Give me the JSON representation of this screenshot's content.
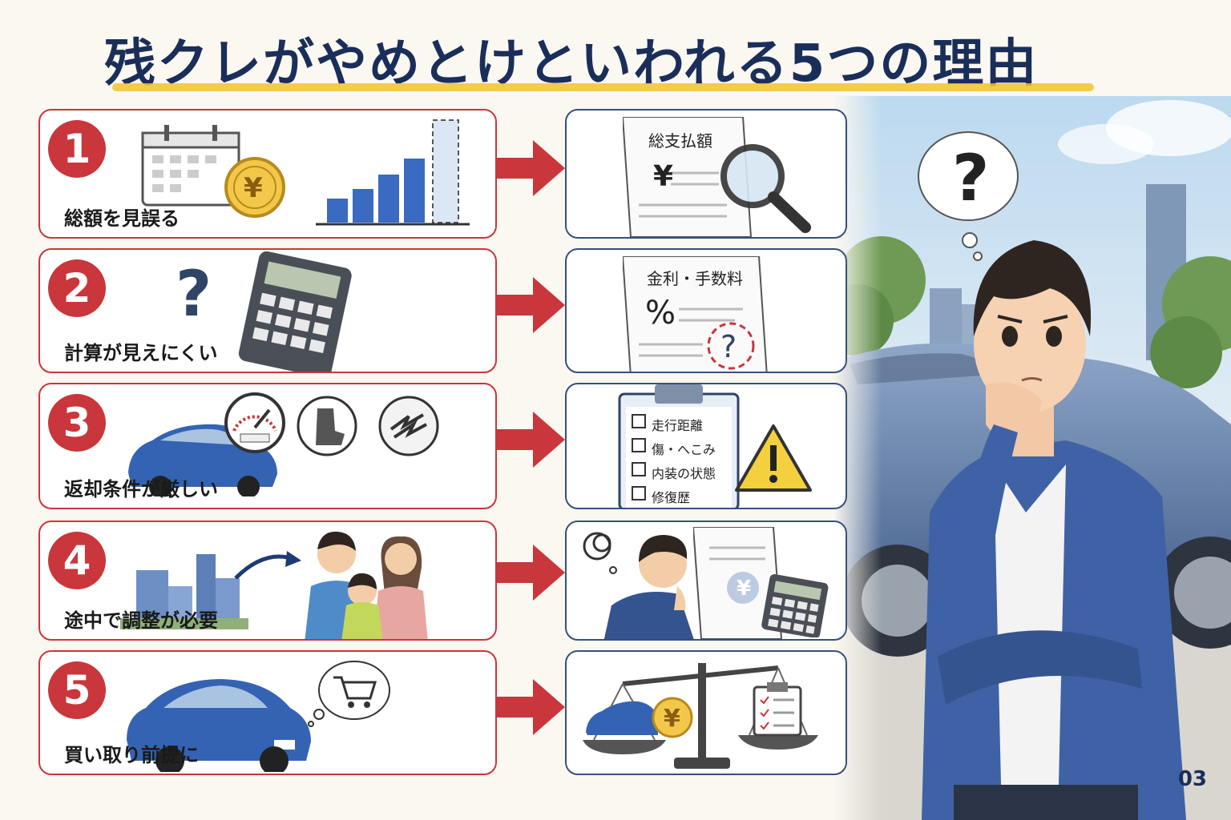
{
  "title": "残クレがやめとけといわれる5つの理由",
  "page_number": "03",
  "reasons": [
    {
      "number": "1",
      "label": "総額を見誤る",
      "doc_title": "総支払額",
      "doc_symbol": "¥"
    },
    {
      "number": "2",
      "label": "計算が見えにくい",
      "doc_title": "金利・手数料",
      "doc_symbol": "%"
    },
    {
      "number": "3",
      "label": "返却条件が厳しい",
      "checklist": [
        "走行距離",
        "傷・へこみ",
        "内装の状態",
        "修復歴"
      ]
    },
    {
      "number": "4",
      "label": "途中で調整が必要",
      "doc_symbol": "¥"
    },
    {
      "number": "5",
      "label": "買い取り前提に",
      "doc_symbol": "¥"
    }
  ],
  "colors": {
    "accent_red": "#c9363b",
    "navy": "#1a2e5a",
    "box_border_right": "#34507e",
    "title_underline": "#f2c233"
  }
}
